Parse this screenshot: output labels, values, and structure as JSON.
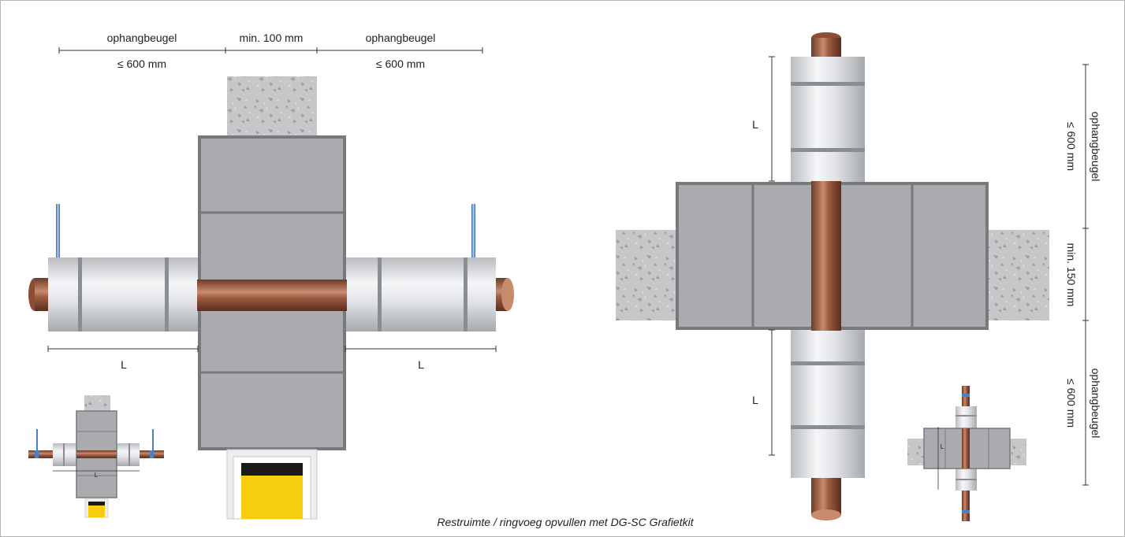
{
  "left_view": {
    "hanger_label_left": "ophangbeugel",
    "gap_label": "min. 100 mm",
    "hanger_label_right": "ophangbeugel",
    "max_dist_left": "≤ 600 mm",
    "max_dist_right": "≤ 600 mm",
    "length_label_left": "L",
    "length_label_right": "L"
  },
  "right_view": {
    "length_label_top": "L",
    "length_label_bottom": "L",
    "max_dist_top": "≤ 600 mm",
    "hanger_label_top": "ophangbeugel",
    "gap_label": "min. 150 mm",
    "max_dist_bottom": "≤ 600 mm",
    "hanger_label_bottom": "ophangbeugel"
  },
  "thumb_left": {
    "length_label": "L"
  },
  "thumb_right": {
    "length_label": "L"
  },
  "caption": "Restruimte / ringvoeg opvullen met DG-SC Grafietkit",
  "colors": {
    "board_fill": "#a9abae",
    "board_edge": "#77797c",
    "pipe_copper": "#9a5840",
    "insulation_light": "#f2f3f5",
    "insulation_dark": "#a7aaae",
    "hanger_blue": "#4c82c4",
    "sealant_yellow": "#f7cd0f"
  }
}
